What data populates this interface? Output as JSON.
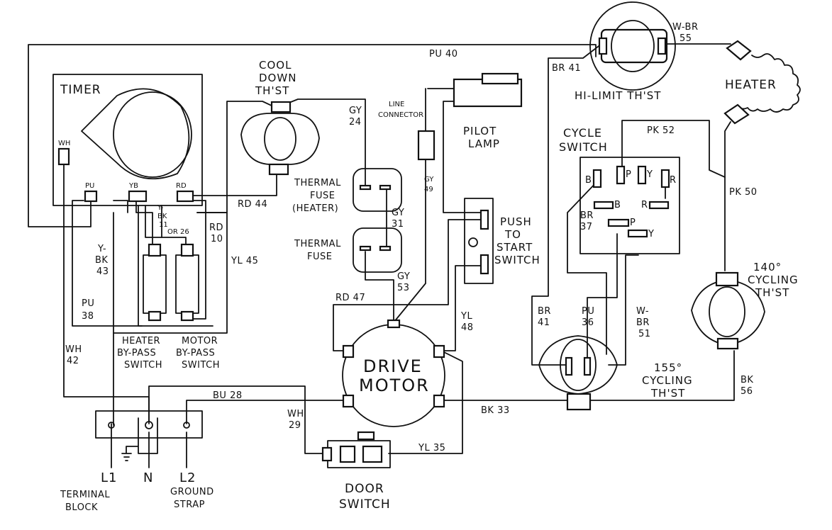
{
  "components": {
    "timer": {
      "label": "TIMER",
      "term_wh": "WH",
      "term_pu": "PU",
      "term_yb": "YB",
      "term_rd": "RD"
    },
    "cool_down": {
      "l1": "COOL",
      "l2": "DOWN",
      "l3": "TH'ST"
    },
    "line_connector": {
      "l1": "LINE",
      "l2": "CONNECTOR"
    },
    "pilot_lamp": {
      "l1": "PILOT",
      "l2": "LAMP"
    },
    "hi_limit": {
      "label": "HI-LIMIT TH'ST"
    },
    "heater": {
      "label": "HEATER"
    },
    "cycle_switch": {
      "l1": "CYCLE",
      "l2": "SWITCH",
      "b1": "B",
      "p1": "P",
      "y1": "Y",
      "r1": "R",
      "b2": "B",
      "r2": "R",
      "p2": "P",
      "y2": "Y"
    },
    "thermal_fuse_heater": {
      "l1": "THERMAL",
      "l2": "FUSE",
      "l3": "(HEATER)"
    },
    "thermal_fuse": {
      "l1": "THERMAL",
      "l2": "FUSE"
    },
    "push_to_start": {
      "l1": "PUSH",
      "l2": "TO",
      "l3": "START",
      "l4": "SWITCH"
    },
    "cycling_140": {
      "l1": "140°",
      "l2": "CYCLING",
      "l3": "TH'ST"
    },
    "cycling_155": {
      "l1": "155°",
      "l2": "CYCLING",
      "l3": "TH'ST"
    },
    "drive_motor": {
      "l1": "DRIVE",
      "l2": "MOTOR"
    },
    "heater_bypass": {
      "l1": "HEATER",
      "l2": "BY-PASS",
      "l3": "SWITCH"
    },
    "motor_bypass": {
      "l1": "MOTOR",
      "l2": "BY-PASS",
      "l3": "SWITCH"
    },
    "terminal_block": {
      "l1": "TERMINAL",
      "l2": "BLOCK",
      "l1_term": "L1",
      "n_term": "N",
      "l2_term": "L2"
    },
    "ground_strap": {
      "l1": "GROUND",
      "l2": "STRAP"
    },
    "door_switch": {
      "l1": "DOOR",
      "l2": "SWITCH"
    }
  },
  "wires": {
    "pu40": "PU 40",
    "br41_top": "BR 41",
    "wbr55_a": "W-BR",
    "wbr55_b": "55",
    "gy24_a": "GY",
    "gy24_b": "24",
    "pk52": "PK 52",
    "gy49_a": "GY",
    "gy49_b": "49",
    "gy31_a": "GY",
    "gy31_b": "31",
    "rd44": "RD 44",
    "rd10_a": "RD",
    "rd10_b": "10",
    "ybk11_a": "Y-",
    "ybk11_b": "BK",
    "ybk11_c": "11",
    "or26": "OR 26",
    "ybk43_a": "Y-",
    "ybk43_b": "BK",
    "ybk43_c": "43",
    "yl45": "YL 45",
    "pk50": "PK 50",
    "br37_a": "BR",
    "br37_b": "37",
    "gy53_a": "GY",
    "gy53_b": "53",
    "rd47": "RD 47",
    "yl48_a": "YL",
    "yl48_b": "48",
    "pu38_a": "PU",
    "pu38_b": "38",
    "wh42_a": "WH",
    "wh42_b": "42",
    "br41_b_a": "BR",
    "br41_b_b": "41",
    "pu36_a": "PU",
    "pu36_b": "36",
    "wbr51_a": "W-",
    "wbr51_b": "BR",
    "wbr51_c": "51",
    "bu28": "BU 28",
    "wh29_a": "WH",
    "wh29_b": "29",
    "bk33": "BK 33",
    "bk56_a": "BK",
    "bk56_b": "56",
    "yl35": "YL 35"
  }
}
